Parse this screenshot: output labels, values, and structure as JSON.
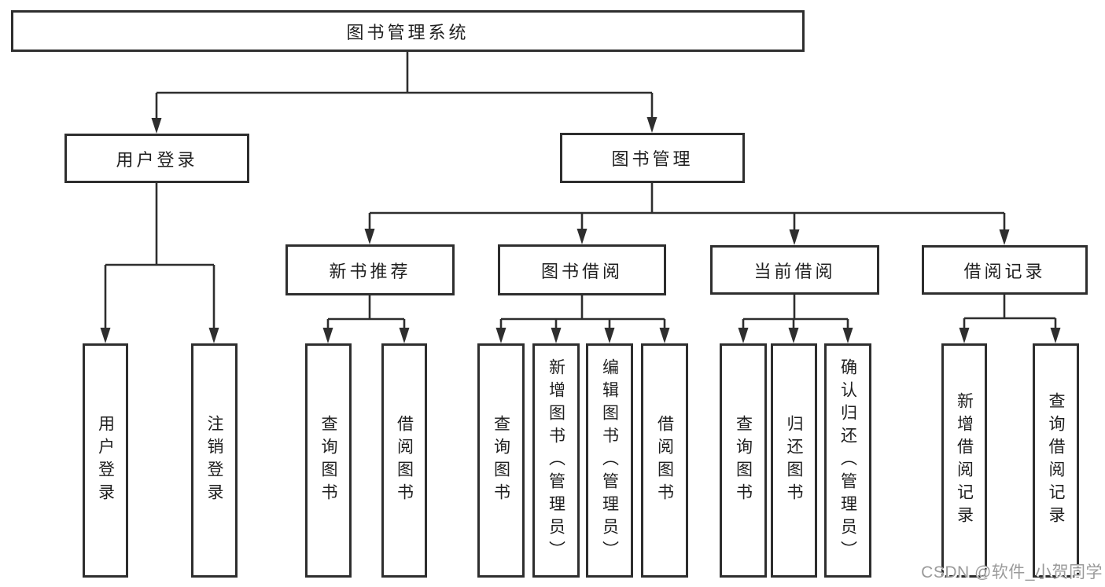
{
  "diagram": {
    "root": "图书管理系统",
    "level2": {
      "user_login": "用户登录",
      "book_mgmt": "图书管理"
    },
    "level3": {
      "new_rec": "新书推荐",
      "book_borrow": "图书借阅",
      "current_borrow": "当前借阅",
      "borrow_records": "借阅记录"
    },
    "leaves": {
      "login": "用户登录",
      "logout": "注销登录",
      "rec_query": "查询图书",
      "rec_borrow": "借阅图书",
      "bb_query": "查询图书",
      "bb_add": "新增图书（管理员）",
      "bb_edit": "编辑图书（管理员）",
      "bb_borrow": "借阅图书",
      "cb_query": "查询图书",
      "cb_return": "归还图书",
      "cb_confirm": "确认归还（管理员）",
      "br_add": "新增借阅记录",
      "br_query": "查询借阅记录"
    }
  },
  "colors": {
    "line": "#2e2e2e",
    "box_bg": "#ffffff",
    "text": "#1f1f1f",
    "page_bg": "#ffffff",
    "watermark": "#9a9a9a"
  },
  "watermark": {
    "text": "CSDN @软件_小贺同学"
  }
}
